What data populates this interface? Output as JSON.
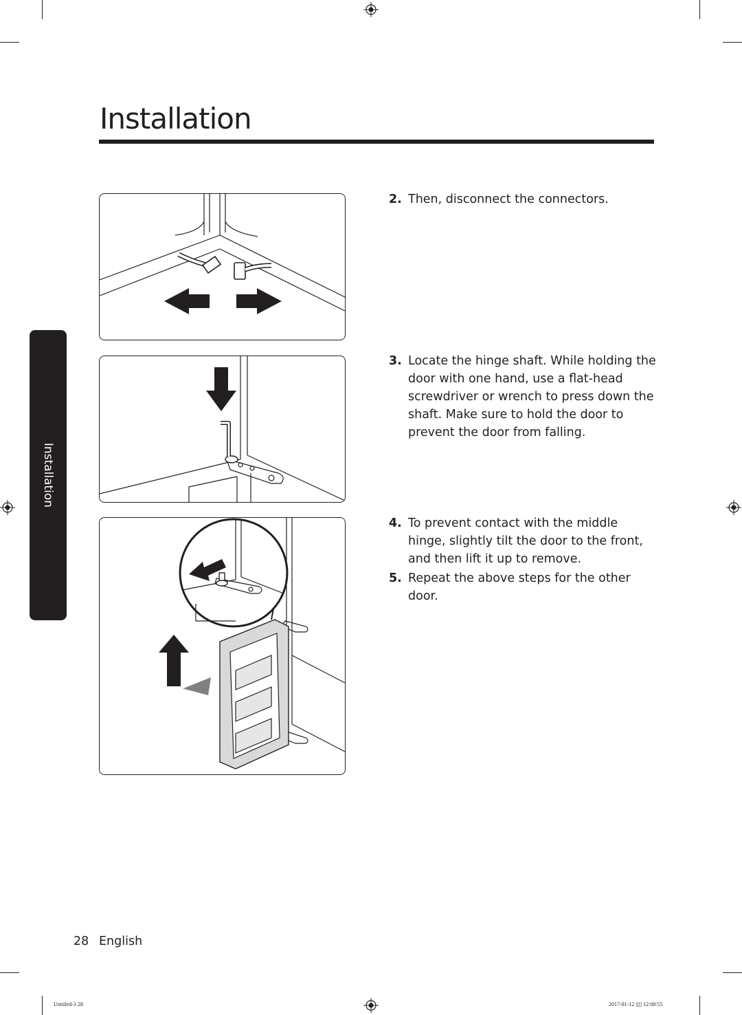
{
  "page": {
    "title": "Installation",
    "side_tab": "Installation",
    "page_number": "28",
    "language": "English"
  },
  "steps": [
    {
      "number": "2.",
      "text": "Then, disconnect the connectors."
    },
    {
      "number": "3.",
      "text": "Locate the hinge shaft. While holding the door with one hand, use a flat-head screwdriver or wrench to press down the shaft. Make sure to hold the door to prevent the door from falling."
    },
    {
      "number": "4.",
      "text": "To prevent contact with the middle hinge, slightly tilt the door to the front, and then lift it up to remove."
    },
    {
      "number": "5.",
      "text": "Repeat the above steps for the other door."
    }
  ],
  "footer": {
    "left": "Untitled-3   28",
    "right": "2017-01-12   ▯▯ 12:08:55"
  },
  "colors": {
    "ink": "#231f20",
    "arrow_gray": "#808080"
  }
}
